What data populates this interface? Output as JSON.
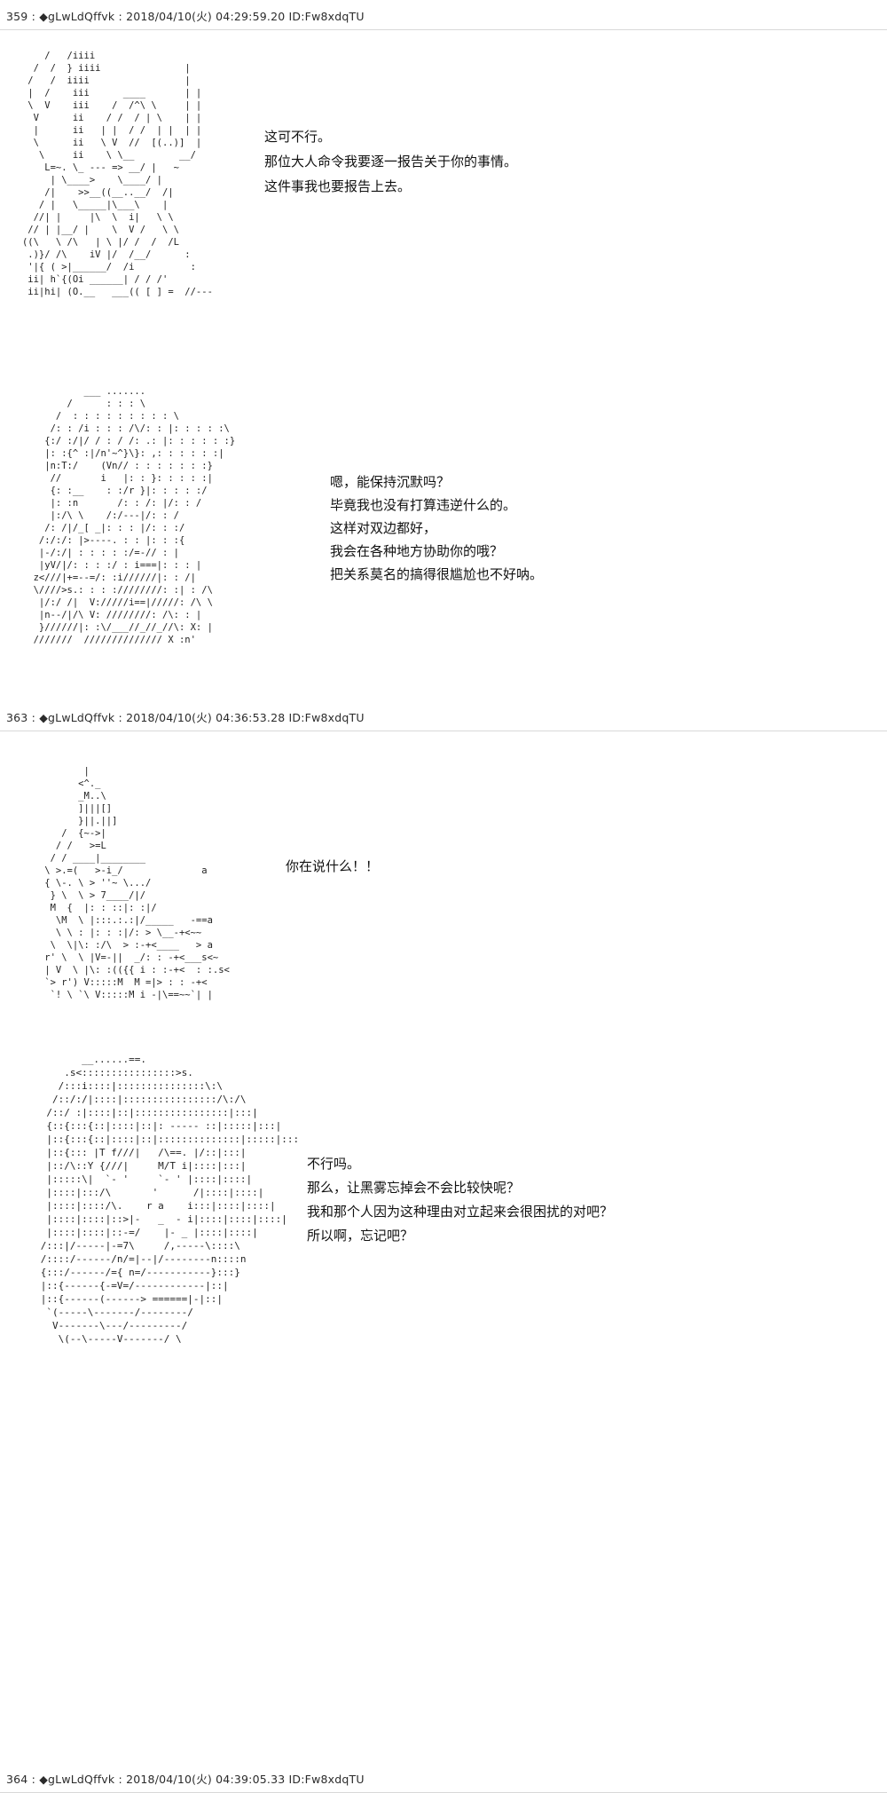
{
  "page": {
    "background_color": "#ffffff",
    "text_color": "#1a1a1a",
    "divider_color": "#d8d8d8"
  },
  "posts": [
    {
      "id": "359",
      "header": "359 : ◆gLwLdQffvk : 2018/04/10(火) 04:29:59.20 ID:Fw8xdqTU",
      "blocks": [
        {
          "ascii_art": [
            "       /   /iiii",
            "     /  /  } iiii               |",
            "    /   /  iiii                 |",
            "    |  /    iii      ____       | |",
            "    \\  V    iii    /  /^\\ \\     | |",
            "     V      ii    / /  / | \\    | |",
            "     |      ii   | |  / /  | |  | |",
            "     \\      ii   \\ V  //  [(..)]  |",
            "      \\     ii    \\ \\__        __/",
            "       L=~. \\_ --- => __/ |   ~",
            "        | \\____>    \\____/ |",
            "       /|    >>__((__..__/  /|",
            "      / |   \\_____|\\___\\    |",
            "     //| |     |\\  \\  i|   \\ \\",
            "    // | |__/ |    \\  V /   \\ \\",
            "   ((\\   \\ /\\   | \\ |/ /  /  /L",
            "    .)}/ /\\    iV |/  /__/      :",
            "    '|{ ( >|______/  /i          :",
            "    ii| h`{(Oi ______| / / /'",
            "    ii|hi| (O.__   ___(( [ ] =  //---",
            ""
          ],
          "dialogue": [
            "这可不行。",
            "那位大人命令我要逐一报告关于你的事情。",
            "这件事我也要报告上去。"
          ]
        },
        {
          "ascii_art": [
            "              ___ .......",
            "           /      : : : \\",
            "         /  : : : : : : : : : \\",
            "        /: : /i : : : /\\/: : |: : : : :\\",
            "       {:/ :/|/ / : / /: .: |: : : : : :}",
            "       |: :{^ :|/n'~^}\\}: ,: : : : : :|",
            "       |n:T:/    (Vn// : : : : : : :}",
            "        //       i   |: : }: : : : :|",
            "        {: :__    : :/r }|: : : : :/",
            "        |: :n       /: : /: |/: : /",
            "        |:/\\ \\    /:/---|/: : /",
            "       /: /|/_[ _|: : : |/: : :/",
            "      /:/:/: |>----. : : |: : :{",
            "      |-/:/| : : : : :/=-// : |",
            "      |yV/|/: : : :/ : i===|: : : |",
            "     z<///|+=--=/: :i//////|: : /|",
            "     \\////>s.: : : :////////: :| : /\\",
            "      |/:/ /|  V://///i==|/////: /\\ \\",
            "      |n--/|/\\ V: ////////: /\\: : |",
            "      }//////|: :\\/___//_//_//\\: X: |",
            "     ///////  ////////////// X :n'",
            ""
          ],
          "dialogue": [
            "嗯，能保持沉默吗？",
            "毕竟我也没有打算违逆什么的。",
            "这样对双边都好，",
            "我会在各种地方协助你的哦？",
            "把关系莫名的搞得很尴尬也不好呐。"
          ]
        }
      ]
    },
    {
      "id": "363",
      "header": "363 : ◆gLwLdQffvk : 2018/04/10(火) 04:36:53.28 ID:Fw8xdqTU",
      "blocks": [
        {
          "ascii_art": [
            "              |",
            "             <^._",
            "             _M..\\",
            "             ]|||[]",
            "             }||.||]",
            "          /  {~->|",
            "         / /   >=L",
            "        / / ____|________",
            "       \\ >.=(   >-i_/              a",
            "       { \\-. \\ > ''~ \\.../",
            "        } \\  \\ > 7____/|/",
            "        M  {  |: : ::|: :|/",
            "         \\M  \\ |:::.:.:|/_____   -==a",
            "         \\ \\ : |: : :|/: > \\__-+<~~",
            "        \\  \\|\\: :/\\  > :-+<____   > a",
            "       r' \\  \\ |V=-||  _/: : -+<___s<~",
            "       | V  \\ |\\: :(({{ i : :-+<  : :.s<",
            "       `> r') V:::::M  M =|> : : -+<",
            "        `! \\ `\\ V:::::M i -|\\==~~`| |"
          ],
          "dialogue": [
            "你在说什么！！"
          ]
        },
        {
          "ascii_art": [
            "             __......==.",
            "          .s<::::::::::::::::>s.",
            "         /:::i::::|:::::::::::::::\\:\\",
            "        /::/:/|::::|::::::::::::::::/\\:/\\",
            "       /::/ :|::::|::|::::::::::::::::|:::|",
            "       {::{:::{::|::::|::|: ----- ::|:::::|:::|",
            "       |::{:::{::|::::|::|::::::::::::::|:::::|:::|",
            "       |::{::: |T f///|   /\\==. |/::|:::|",
            "       |::/\\::Y {///|     M/T i|::::|:::|",
            "       |:::::\\|  `- '     `- ' |::::|::::|",
            "       |::::|:::/\\       '      /|::::|::::|",
            "       |::::|::::/\\.    r a    i:::|::::|::::|",
            "       |::::|::::|::>|-   _  - i|::::|::::|::::|",
            "       |::::|::::|::-=/    |- _ |::::|::::|",
            "      /:::|/-----|-=7\\     /,-----\\::::\\",
            "      /::::/------/n/=|--|/--------n::::n",
            "      {:::/------/={ n=/-----------}:::}",
            "      |::{------{-=V=/------------|::|",
            "      |::{------(------> ======|-|::|",
            "       `(-----\\-------/--------/",
            "        V-------\\---/---------/",
            "         \\(--\\-----V-------/ \\"
          ],
          "dialogue": [
            "不行吗。",
            "那么，让黑雾忘掉会不会比较快呢？",
            "我和那个人因为这种理由对立起来会很困扰的对吧？",
            "所以啊，忘记吧？"
          ]
        }
      ]
    },
    {
      "id": "364",
      "header": "364 : ◆gLwLdQffvk : 2018/04/10(火) 04:39:05.33 ID:Fw8xdqTU",
      "blocks": []
    }
  ]
}
